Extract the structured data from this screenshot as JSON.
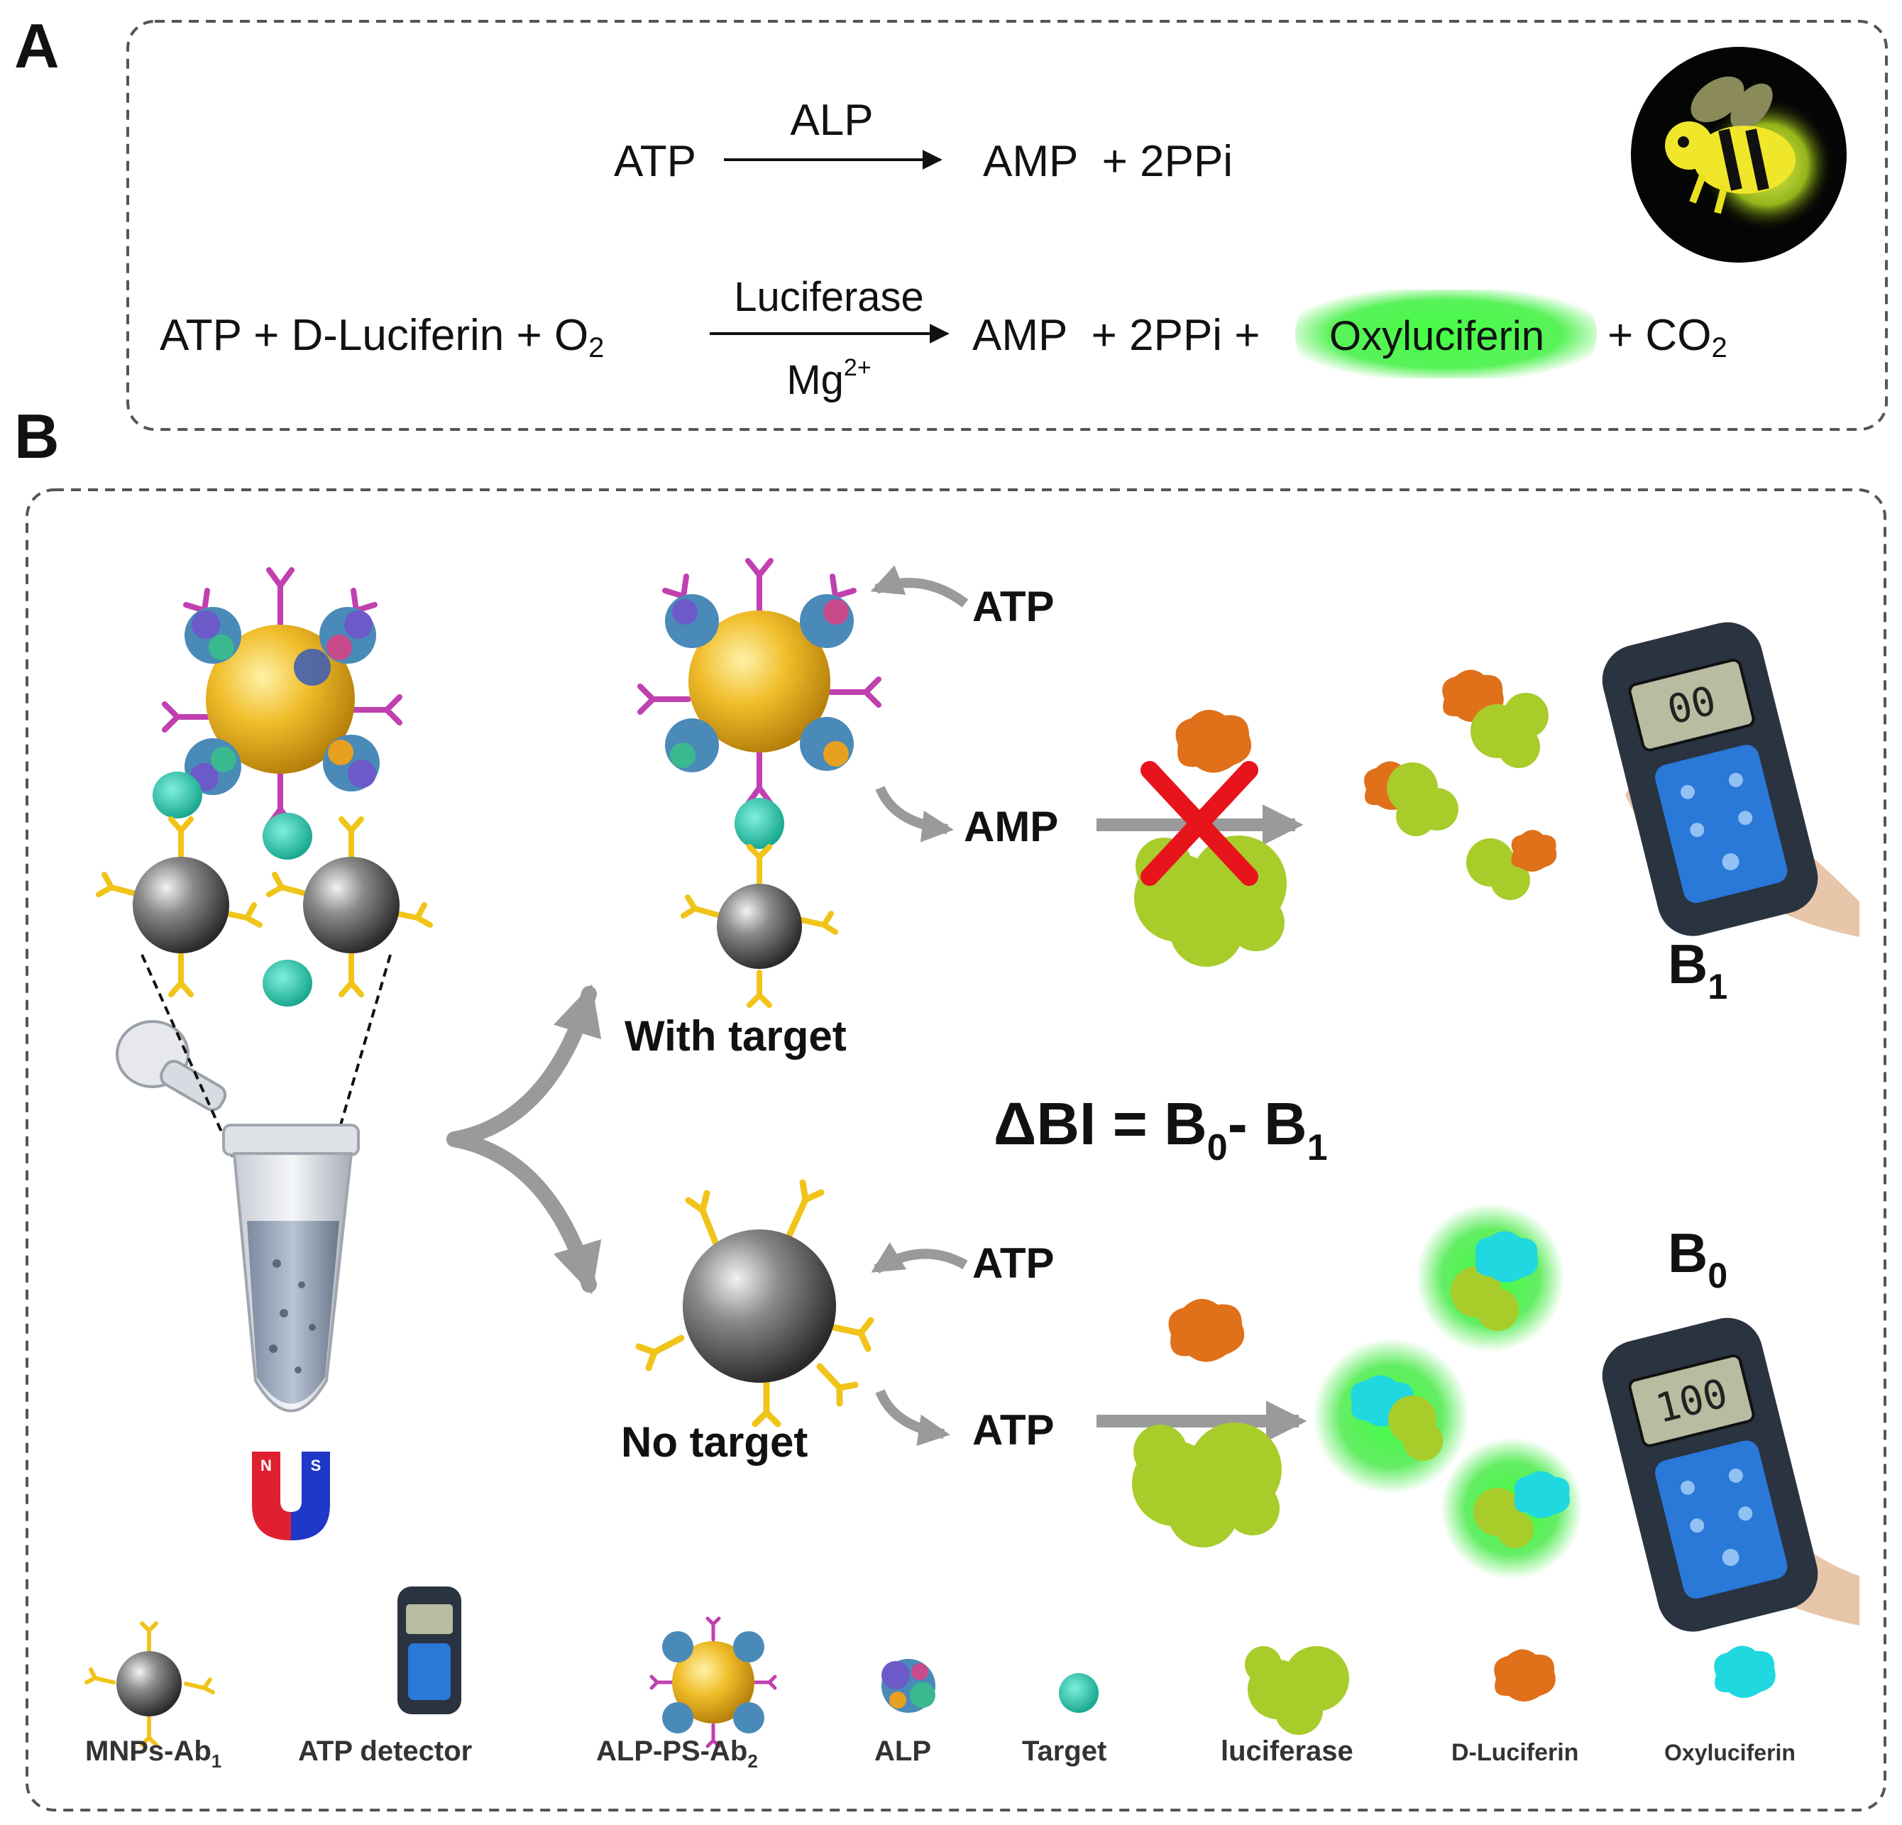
{
  "panel_a": {
    "label": "A",
    "reaction1": {
      "lhs": "ATP",
      "enzyme": "ALP",
      "rhs": "AMP  + 2PPi"
    },
    "reaction2": {
      "lhs_a": "ATP + D-Luciferin + O",
      "lhs_sub": "2",
      "enzyme": "Luciferase",
      "cofactor": "Mg",
      "cofactor_sup": "2+",
      "rhs_a": "AMP  + 2PPi +",
      "highlight": "Oxyluciferin",
      "rhs_b": "+ CO",
      "rhs_sub": "2"
    }
  },
  "panel_b": {
    "label": "B",
    "upper": {
      "in_label": "ATP",
      "out_label": "AMP",
      "branch_label": "With target",
      "signal_label": "B",
      "signal_sub": "1",
      "display": "00"
    },
    "lower": {
      "in_label": "ATP",
      "out_label": "ATP",
      "branch_label": "No target",
      "signal_label": "B",
      "signal_sub": "0",
      "display": "100"
    },
    "equation": {
      "lhs": "ΔBI = B",
      "sub0": "0",
      "mid": "- B",
      "sub1": "1"
    },
    "magnet_n": "N",
    "magnet_s": "S"
  },
  "legend": {
    "mnps": {
      "label": "MNPs-Ab",
      "sub": "1"
    },
    "detector": {
      "label": "ATP detector"
    },
    "alp_ps": {
      "label": "ALP-PS-Ab",
      "sub": "2"
    },
    "alp": {
      "label": "ALP"
    },
    "target": {
      "label": "Target"
    },
    "luciferase": {
      "label": "luciferase"
    },
    "dluciferin": {
      "label": "D-Luciferin"
    },
    "oxyluciferin": {
      "label": "Oxyluciferin"
    }
  },
  "colors": {
    "border": "#555555",
    "text": "#111111",
    "arrow_gray": "#9a9a9a",
    "cross_red": "#e8141c",
    "gold": "#e8b21a",
    "magnetic_gray": "#606060",
    "antibody_yellow": "#f0c419",
    "antibody_magenta": "#c040b0",
    "target_teal": "#26c2a8",
    "luciferase_green": "#a8cc2a",
    "dluciferin_orange": "#e0701a",
    "oxyluciferin_cyan": "#20d8e0",
    "glow_green": "#44ee44",
    "detector_dark": "#2a3340",
    "detector_blue": "#2a78d8",
    "screen_lcd": "#b8bca0"
  },
  "icons": [
    "firefly-icon",
    "magnet-icon",
    "tube-icon",
    "dropper-icon",
    "cross-icon",
    "detector-icon",
    "hand-icon"
  ]
}
